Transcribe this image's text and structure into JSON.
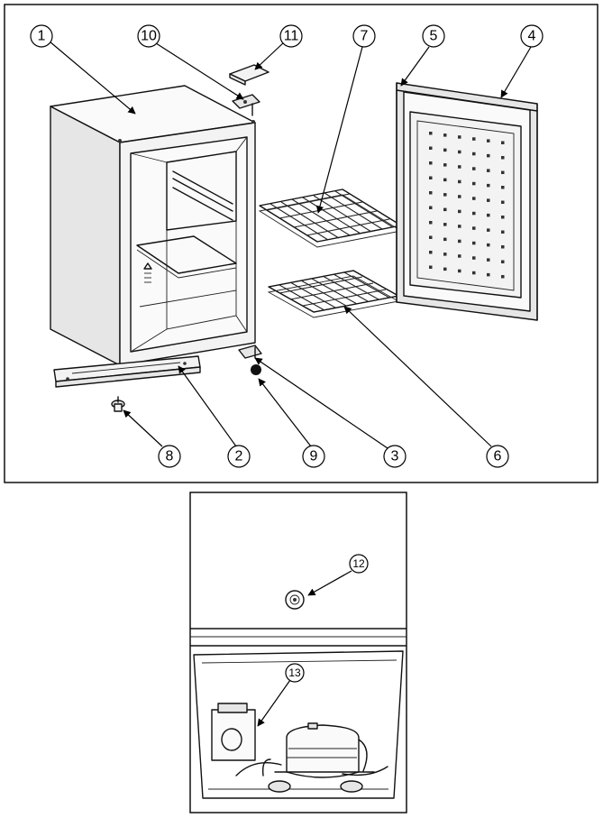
{
  "callouts": {
    "c1": "1",
    "c2": "2",
    "c3": "3",
    "c4": "4",
    "c5": "5",
    "c6": "6",
    "c7": "7",
    "c8": "8",
    "c9": "9",
    "c10": "10",
    "c11": "11",
    "c12": "12",
    "c13": "13"
  },
  "colors": {
    "line": "#111111",
    "panel_fill": "#f3f3f3",
    "background": "#ffffff"
  }
}
